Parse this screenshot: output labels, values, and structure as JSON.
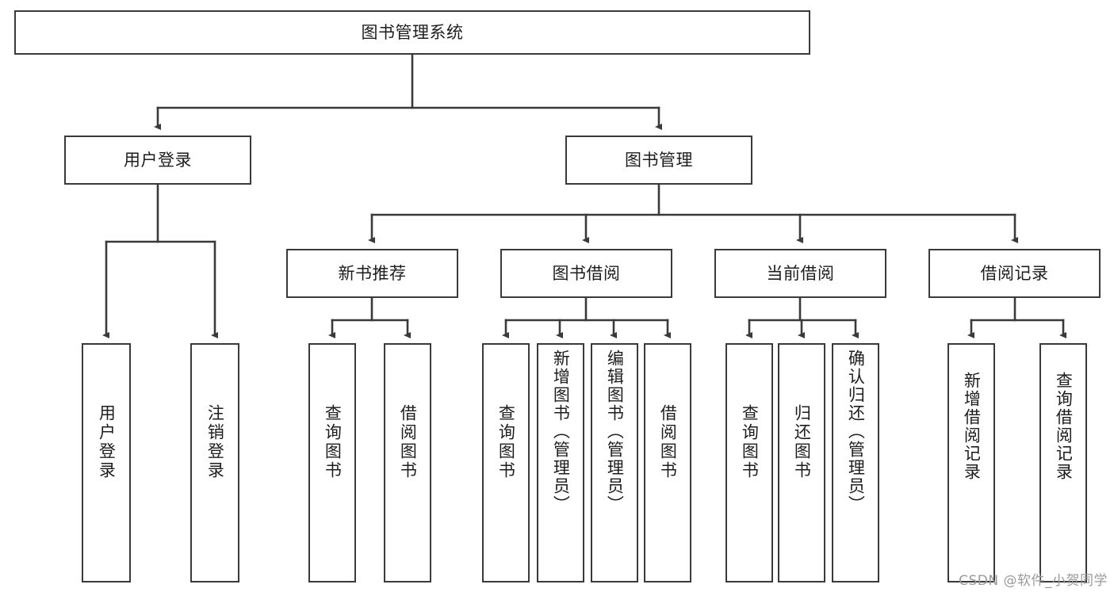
{
  "diagram": {
    "title": "图书管理系统",
    "type": "tree-hierarchy-diagram",
    "stroke_color": "#3a3a3a",
    "fill_color": "#ffffff",
    "text_color": "#1d1d1d",
    "root": {
      "id": "root",
      "label": "图书管理系统"
    },
    "level2": [
      {
        "id": "user-login",
        "label": "用户登录"
      },
      {
        "id": "book-manage",
        "label": "图书管理"
      }
    ],
    "level3": [
      {
        "id": "new-book-rec",
        "label": "新书推荐",
        "parent": "book-manage"
      },
      {
        "id": "book-borrow",
        "label": "图书借阅",
        "parent": "book-manage"
      },
      {
        "id": "current-borrow",
        "label": "当前借阅",
        "parent": "book-manage"
      },
      {
        "id": "borrow-record",
        "label": "借阅记录",
        "parent": "book-manage"
      }
    ],
    "leaves": {
      "user-login": [
        {
          "id": "leaf-user-login",
          "label": "用户登录"
        },
        {
          "id": "leaf-user-logout",
          "label": "注销登录"
        }
      ],
      "new-book-rec": [
        {
          "id": "leaf-query-book-1",
          "label": "查询图书"
        },
        {
          "id": "leaf-borrow-book-1",
          "label": "借阅图书"
        }
      ],
      "book-borrow": [
        {
          "id": "leaf-query-book-2",
          "label": "查询图书"
        },
        {
          "id": "leaf-add-book",
          "label": "新增图书（管理员）"
        },
        {
          "id": "leaf-edit-book",
          "label": "编辑图书（管理员）"
        },
        {
          "id": "leaf-borrow-book-2",
          "label": "借阅图书"
        }
      ],
      "current-borrow": [
        {
          "id": "leaf-query-book-3",
          "label": "查询图书"
        },
        {
          "id": "leaf-return-book",
          "label": "归还图书"
        },
        {
          "id": "leaf-confirm-return",
          "label": "确认归还（管理员）"
        }
      ],
      "borrow-record": [
        {
          "id": "leaf-add-record",
          "label": "新增借阅记录"
        },
        {
          "id": "leaf-query-record",
          "label": "查询借阅记录"
        }
      ]
    }
  },
  "watermark": {
    "text": "CSDN @软件_小贺同学"
  }
}
